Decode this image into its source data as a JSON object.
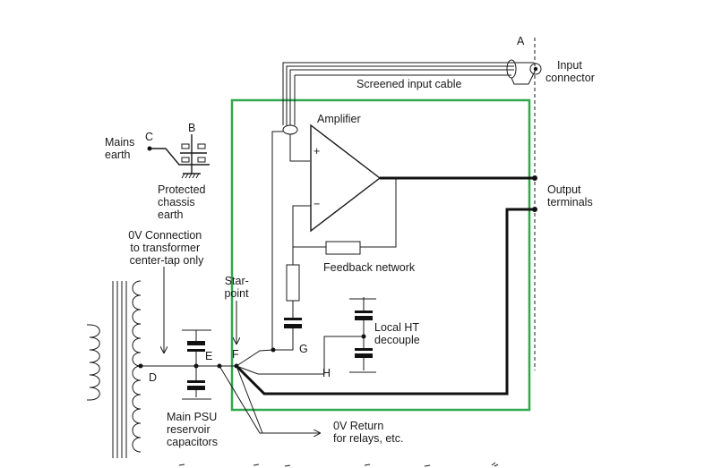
{
  "colors": {
    "enclosure": "#2fa84f",
    "wire": "#1a1a1a"
  },
  "labels": {
    "A": "A",
    "B": "B",
    "C": "C",
    "D": "D",
    "E": "E",
    "F": "F",
    "G": "G",
    "H": "H",
    "input_connector": [
      "Input",
      "connector"
    ],
    "screened_input_cable": "Screened input cable",
    "amplifier": "Amplifier",
    "plus_sign": "+",
    "minus_sign": "−",
    "mains_earth": [
      "Mains",
      "earth"
    ],
    "protected_chassis_earth": [
      "Protected",
      "chassis",
      "earth"
    ],
    "output_terminals": [
      "Output",
      "terminals"
    ],
    "zero_v_connection": [
      "0V Connection",
      "to transformer",
      "center-tap only"
    ],
    "feedback_network": "Feedback network",
    "star_point": [
      "Star-",
      "point"
    ],
    "local_ht_decouple": [
      "Local HT",
      "decouple"
    ],
    "main_psu_reservoir": [
      "Main PSU",
      "reservoir",
      "capacitors"
    ],
    "zero_v_return": [
      "0V Return",
      "for relays, etc."
    ]
  }
}
